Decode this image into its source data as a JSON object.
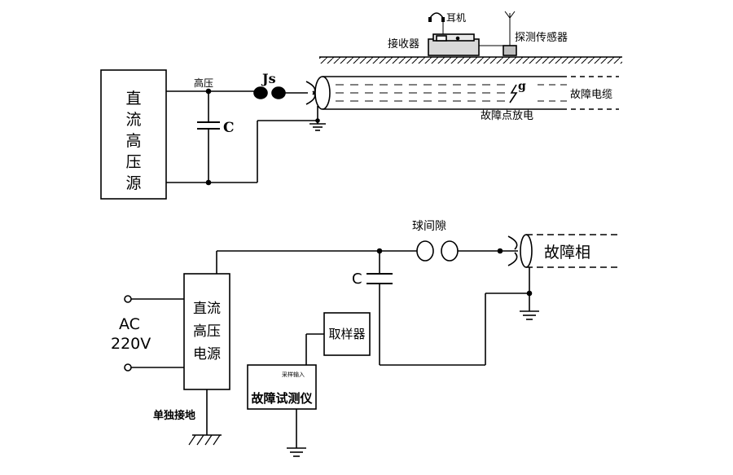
{
  "top_diagram": {
    "source_box_label": [
      "直",
      "流",
      "高",
      "压",
      "源"
    ],
    "high_voltage_label": "高压",
    "capacitor_label": "C",
    "gap_label": "Js",
    "headphone_label": "耳机",
    "receiver_label": "接收器",
    "sensor_label": "探测传感器",
    "cable_label": "故障电缆",
    "fault_point_label": "故障点放电",
    "spark_label": "g"
  },
  "bottom_diagram": {
    "ac_label": "AC",
    "voltage_label": "220V",
    "source_box_label": [
      "直流",
      "高压",
      "电源"
    ],
    "separate_ground_label": "单独接地",
    "capacitor_label": "C",
    "sphere_gap_label": "球间隙",
    "fault_phase_label": "故障相",
    "sampler_label": "取样器",
    "tester_label": "故障试测仪",
    "sample_input_label": "采样输入"
  },
  "colors": {
    "line": "#000000",
    "receiver_fill": "#d9d9d9",
    "sensor_fill": "#bfbfbf"
  }
}
